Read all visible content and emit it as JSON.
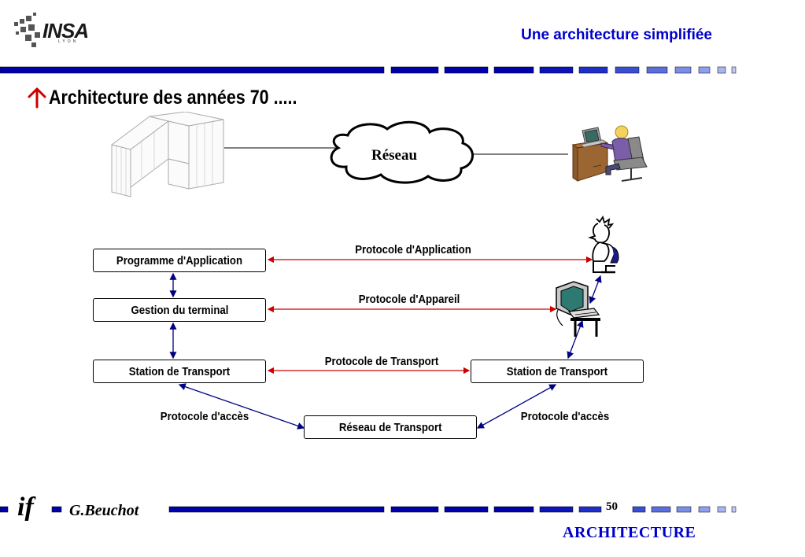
{
  "header": {
    "logo_text": "INSA",
    "logo_subtext": "LYON",
    "slide_title": "Une architecture simplifiée"
  },
  "main": {
    "heading": "Architecture des années 70 .....",
    "network_label": "Réseau",
    "boxes": {
      "application_program": "Programme d'Application",
      "terminal_management": "Gestion du terminal",
      "transport_station_left": "Station de Transport",
      "transport_station_right": "Station de Transport",
      "transport_network": "Réseau de Transport"
    },
    "protocols": {
      "application": "Protocole d'Application",
      "device": "Protocole d'Appareil",
      "transport": "Protocole de Transport",
      "access_left": "Protocole d'accès",
      "access_right": "Protocole d'accès"
    }
  },
  "footer": {
    "if_logo": "if",
    "author": "G.Beuchot",
    "page_number": "50",
    "section_title": "ARCHITECTURE"
  },
  "colors": {
    "title_blue": "#0000cc",
    "stripe_dark": "#0000aa",
    "stripe_light": "#5a6ee0",
    "protocol_arrow": "#cc0000",
    "link_arrow": "#000080",
    "bullet_red": "#cc0000"
  },
  "icons": [
    "insa-logo-icon",
    "up-arrow-bullet-icon",
    "mainframe-icon",
    "cloud-network-icon",
    "workstation-user-icon",
    "person-icon",
    "terminal-icon"
  ]
}
